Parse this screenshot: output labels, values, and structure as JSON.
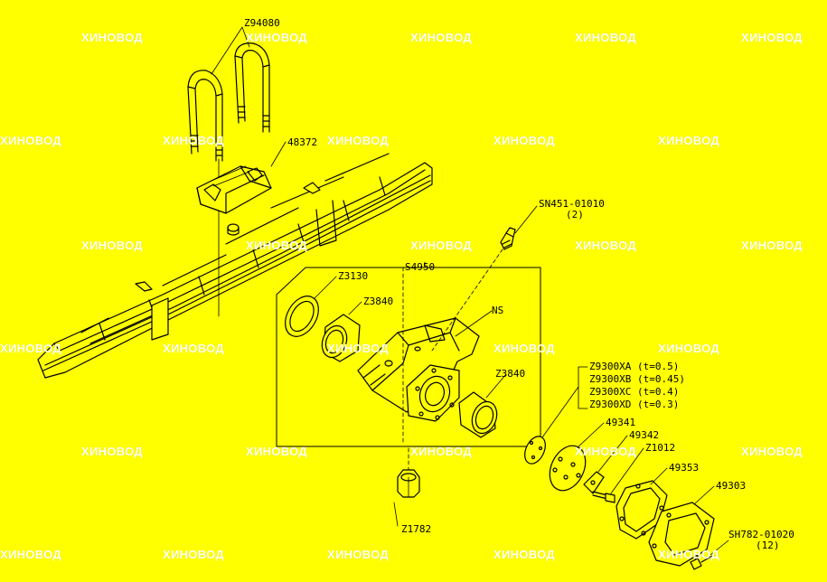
{
  "watermark": "ХИНОВОД",
  "colors": {
    "background": "#ffff00",
    "line": "#000000",
    "watermark": "#ffffff"
  },
  "parts": {
    "z94080": "Z94080",
    "p48372": "48372",
    "sn451": "SN451-01010",
    "sn451_qty": "(2)",
    "s4950": "S4950",
    "z3130": "Z3130",
    "z3840_top": "Z3840",
    "ns": "NS",
    "z3840_right": "Z3840",
    "z9300xa": "Z9300XA (t=0.5)",
    "z9300xb": "Z9300XB (t=0.45)",
    "z9300xc": "Z9300XC (t=0.4)",
    "z9300xd": "Z9300XD (t=0.3)",
    "p49341": "49341",
    "p49342": "49342",
    "z1012": "Z1012",
    "p49353": "49353",
    "p49303": "49303",
    "sh782": "SH782-01020",
    "sh782_qty": "(12)",
    "z1782": "Z1782"
  }
}
